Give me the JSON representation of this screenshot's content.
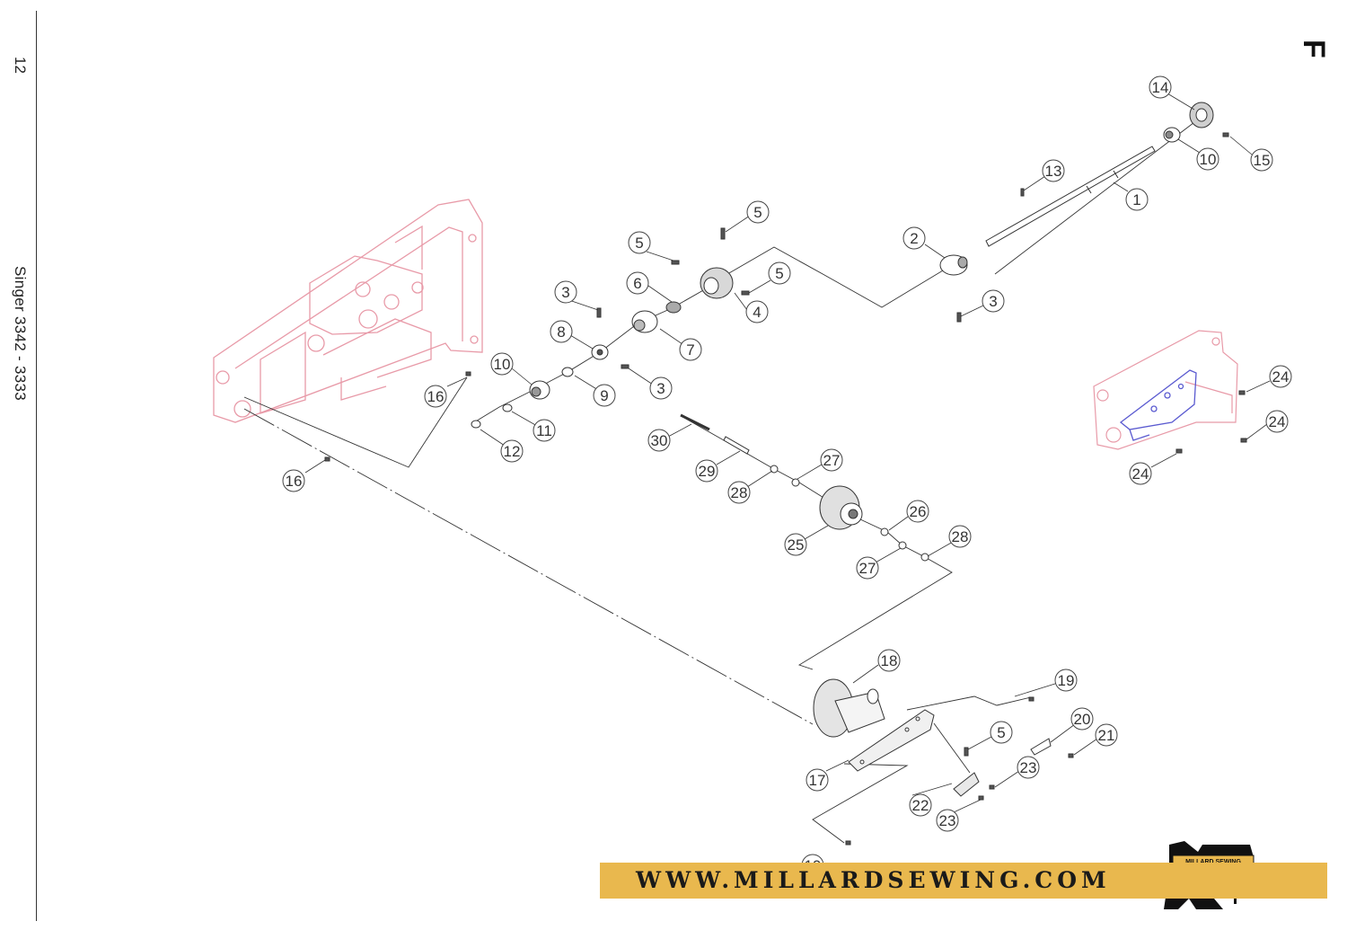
{
  "page": {
    "number": "12",
    "title": "Singer    3342 - 3333",
    "section": "F"
  },
  "callouts": [
    {
      "id": "c1",
      "label": "1"
    },
    {
      "id": "c2",
      "label": "2"
    },
    {
      "id": "c3a",
      "label": "3"
    },
    {
      "id": "c3b",
      "label": "3"
    },
    {
      "id": "c3c",
      "label": "3"
    },
    {
      "id": "c4",
      "label": "4"
    },
    {
      "id": "c5a",
      "label": "5"
    },
    {
      "id": "c5b",
      "label": "5"
    },
    {
      "id": "c5c",
      "label": "5"
    },
    {
      "id": "c5d",
      "label": "5"
    },
    {
      "id": "c6",
      "label": "6"
    },
    {
      "id": "c7",
      "label": "7"
    },
    {
      "id": "c8",
      "label": "8"
    },
    {
      "id": "c9",
      "label": "9"
    },
    {
      "id": "c10a",
      "label": "10"
    },
    {
      "id": "c10b",
      "label": "10"
    },
    {
      "id": "c11",
      "label": "11"
    },
    {
      "id": "c12",
      "label": "12"
    },
    {
      "id": "c13",
      "label": "13"
    },
    {
      "id": "c14",
      "label": "14"
    },
    {
      "id": "c15",
      "label": "15"
    },
    {
      "id": "c16a",
      "label": "16"
    },
    {
      "id": "c16b",
      "label": "16"
    },
    {
      "id": "c17",
      "label": "17"
    },
    {
      "id": "c18",
      "label": "18"
    },
    {
      "id": "c19a",
      "label": "19"
    },
    {
      "id": "c19b",
      "label": "19"
    },
    {
      "id": "c20",
      "label": "20"
    },
    {
      "id": "c21",
      "label": "21"
    },
    {
      "id": "c22",
      "label": "22"
    },
    {
      "id": "c23a",
      "label": "23"
    },
    {
      "id": "c23b",
      "label": "23"
    },
    {
      "id": "c24a",
      "label": "24"
    },
    {
      "id": "c24b",
      "label": "24"
    },
    {
      "id": "c24c",
      "label": "24"
    },
    {
      "id": "c25",
      "label": "25"
    },
    {
      "id": "c26",
      "label": "26"
    },
    {
      "id": "c27a",
      "label": "27"
    },
    {
      "id": "c27b",
      "label": "27"
    },
    {
      "id": "c28a",
      "label": "28"
    },
    {
      "id": "c28b",
      "label": "28"
    },
    {
      "id": "c29",
      "label": "29"
    },
    {
      "id": "c30",
      "label": "30"
    }
  ],
  "banner": {
    "text": "WWW.MILLARDSEWING.COM",
    "logo_text": "MILLARD SEWING",
    "color": "#e9b84e"
  },
  "colors": {
    "frame": "#e89aa8",
    "line": "#333333",
    "plate": "#5a5ad0"
  }
}
